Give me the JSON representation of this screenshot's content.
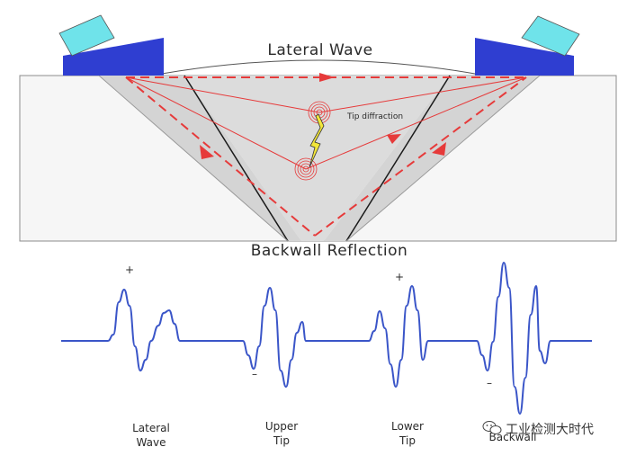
{
  "labels": {
    "lateral_wave": "Lateral Wave",
    "tip_diffraction": "Tip diffraction",
    "backwall_reflection": "Backwall Reflection"
  },
  "signal_labels": [
    {
      "line1": "Lateral",
      "line2": "Wave"
    },
    {
      "line1": "Upper",
      "line2": "Tip"
    },
    {
      "line1": "Lower",
      "line2": "Tip"
    },
    {
      "line1": "",
      "line2": "Backwall"
    }
  ],
  "polarity_marks": {
    "lateral_plus": "+",
    "upper_minus": "–",
    "lower_plus": "+",
    "backwall_minus": "–"
  },
  "watermark": {
    "text": "工业检测大时代",
    "icon": "wechat-icon"
  },
  "colors": {
    "probe": "#2f3ed1",
    "wedge": "#6fe3ea",
    "ray": "#e63a3a",
    "signal": "#3a55c8",
    "beam_fill": "#d4d4d4",
    "crack": "#f2e63a"
  }
}
